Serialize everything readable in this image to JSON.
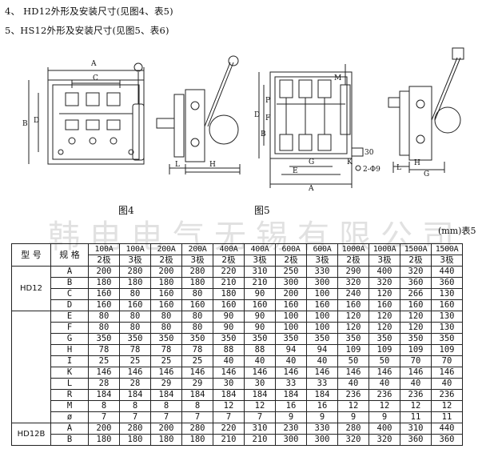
{
  "headings": {
    "line1": "4、  HD12外形及安装尺寸(见图4、表5)",
    "line2": "5、HS12外形及安装尺寸(见图5、表6)"
  },
  "figures": {
    "fig4": "图4",
    "fig5": "图5"
  },
  "drawing_labels": {
    "fig4": [
      "A",
      "C",
      "B",
      "D",
      "L",
      "H"
    ],
    "fig5a": [
      "M",
      "P",
      "F",
      "D",
      "B",
      "E",
      "G",
      "A",
      "30",
      "2-Φ9",
      "K"
    ],
    "fig5b": [
      "L",
      "H",
      "G"
    ]
  },
  "watermark": "韩电电气无锡有限公司",
  "table_caption": "(mm)表5",
  "table": {
    "header_model": "型 号",
    "header_spec": "规 格",
    "specs": [
      "100A",
      "100A",
      "200A",
      "200A",
      "400A",
      "400A",
      "600A",
      "600A",
      "1000A",
      "1000A",
      "1500A",
      "1500A"
    ],
    "poles": [
      "2极",
      "3极",
      "2极",
      "3极",
      "2极",
      "3极",
      "2极",
      "3极",
      "2极",
      "3极",
      "2极",
      "3极"
    ],
    "groups": [
      {
        "model": "HD12",
        "rows": [
          {
            "label": "A",
            "values": [
              "200",
              "280",
              "200",
              "280",
              "220",
              "310",
              "250",
              "330",
              "290",
              "400",
              "320",
              "440"
            ]
          },
          {
            "label": "B",
            "values": [
              "180",
              "180",
              "180",
              "180",
              "210",
              "210",
              "300",
              "300",
              "320",
              "320",
              "360",
              "360"
            ]
          },
          {
            "label": "C",
            "values": [
              "160",
              "80",
              "160",
              "80",
              "180",
              "90",
              "200",
              "100",
              "240",
              "120",
              "266",
              "130"
            ]
          },
          {
            "label": "D",
            "values": [
              "160",
              "160",
              "160",
              "160",
              "160",
              "160",
              "160",
              "160",
              "160",
              "160",
              "160",
              "160"
            ]
          }
        ]
      },
      {
        "model": "",
        "rows": [
          {
            "label": "E",
            "values": [
              "80",
              "80",
              "80",
              "80",
              "90",
              "90",
              "100",
              "100",
              "120",
              "120",
              "120",
              "130"
            ]
          },
          {
            "label": "F",
            "values": [
              "80",
              "80",
              "80",
              "80",
              "90",
              "90",
              "100",
              "100",
              "120",
              "120",
              "120",
              "130"
            ]
          },
          {
            "label": "G",
            "values": [
              "350",
              "350",
              "350",
              "350",
              "350",
              "350",
              "350",
              "350",
              "350",
              "350",
              "350",
              "350"
            ]
          },
          {
            "label": "H",
            "values": [
              "78",
              "78",
              "78",
              "78",
              "88",
              "88",
              "94",
              "94",
              "109",
              "109",
              "109",
              "109"
            ]
          },
          {
            "label": "I",
            "values": [
              "25",
              "25",
              "25",
              "25",
              "40",
              "40",
              "40",
              "40",
              "50",
              "50",
              "70",
              "70"
            ]
          },
          {
            "label": "K",
            "values": [
              "146",
              "146",
              "146",
              "146",
              "146",
              "146",
              "146",
              "146",
              "146",
              "146",
              "146",
              "146"
            ]
          },
          {
            "label": "L",
            "values": [
              "28",
              "28",
              "29",
              "29",
              "30",
              "30",
              "33",
              "33",
              "40",
              "40",
              "40",
              "40"
            ]
          },
          {
            "label": "R",
            "values": [
              "184",
              "184",
              "184",
              "184",
              "184",
              "184",
              "184",
              "184",
              "236",
              "236",
              "236",
              "236"
            ]
          },
          {
            "label": "M",
            "values": [
              "8",
              "8",
              "8",
              "8",
              "12",
              "12",
              "16",
              "16",
              "12",
              "12",
              "12",
              "12"
            ]
          },
          {
            "label": "ø",
            "values": [
              "7",
              "7",
              "7",
              "7",
              "7",
              "7",
              "9",
              "9",
              "9",
              "9",
              "11",
              "11"
            ]
          }
        ]
      },
      {
        "model": "HD12B",
        "rows": [
          {
            "label": "A",
            "values": [
              "200",
              "280",
              "200",
              "280",
              "220",
              "310",
              "230",
              "330",
              "280",
              "400",
              "310",
              "440"
            ]
          },
          {
            "label": "B",
            "values": [
              "180",
              "180",
              "180",
              "180",
              "210",
              "210",
              "300",
              "300",
              "320",
              "320",
              "360",
              "360"
            ]
          }
        ]
      }
    ]
  }
}
